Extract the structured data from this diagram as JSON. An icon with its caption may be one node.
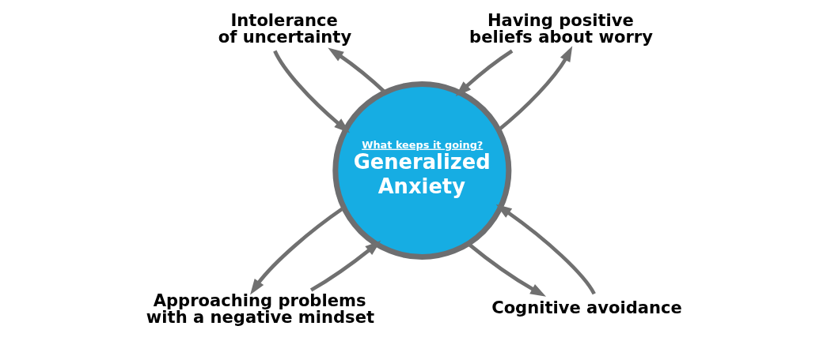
{
  "diagram": {
    "nodes": [
      {
        "text": [
          "Intolerance of uncertainty"
        ]
      },
      {
        "text": [
          "Having positive beliefs about worry"
        ]
      },
      {
        "text": [
          "What keeps it going?",
          "Generalized Anxiety"
        ]
      },
      {
        "text": [
          "Approaching problems with a negative mindset"
        ]
      },
      {
        "text": [
          "Cognitive avoidance"
        ]
      }
    ],
    "edges": [
      {
        "from": 0,
        "to": 2,
        "arrow": "to"
      },
      {
        "from": 2,
        "to": 0,
        "arrow": "to"
      },
      {
        "from": 1,
        "to": 2,
        "arrow": "to"
      },
      {
        "from": 2,
        "to": 1,
        "arrow": "to"
      },
      {
        "from": 3,
        "to": 2,
        "arrow": "to"
      },
      {
        "from": 2,
        "to": 3,
        "arrow": "to"
      },
      {
        "from": 4,
        "to": 2,
        "arrow": "to"
      },
      {
        "from": 2,
        "to": 4,
        "arrow": "to"
      }
    ]
  }
}
